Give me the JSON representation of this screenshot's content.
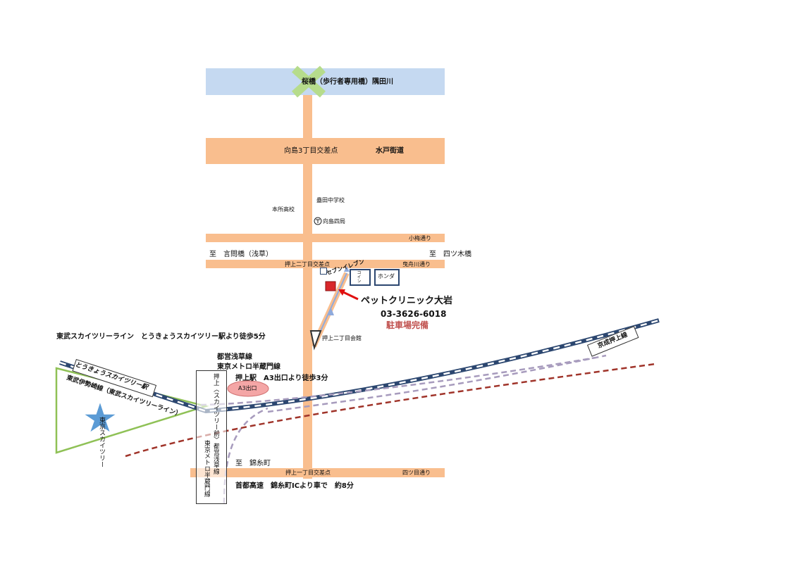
{
  "river": {
    "label": "桜橋（歩行者専用橋）隅田川"
  },
  "roads": {
    "mukojima": "向島3丁目交差点",
    "mito": "水戸街道",
    "koume": "小梅通り",
    "oshiage2": "押上二丁目交差点",
    "hikifune": "曳舟川通り",
    "oshiage1": "押上一丁目交差点",
    "yotsume": "四ツ目通り",
    "to_kototoi": "至　言問橋（浅草）",
    "to_yotsugi": "至　四ツ木橋",
    "to_kinshicho": "至　錦糸町"
  },
  "places": {
    "sumida_jhs": "蠱田中学校",
    "honjo_hs": "本所高校",
    "post_office": "向島四局",
    "seven_eleven": "セブンイレブン",
    "coin_parking": "コインパーキング",
    "honda": "ホンダ",
    "oshiage_hall": "押上二丁目会館",
    "a3_exit": "A3出口"
  },
  "clinic": {
    "name": "ペットクリニック大岩",
    "phone": "03-3626-6018",
    "parking": "駐車場完備"
  },
  "colors": {
    "road": "#f9be8e",
    "river": "#c5d9f1",
    "clinic": "#d8272a",
    "arrow": "#e01010",
    "rail": "#2c4770",
    "route": "#8faadc",
    "green": "#8fc156",
    "dashed_red": "#a0342a",
    "star": "#5b9bd5",
    "oval": "#f4a6a6"
  },
  "stations": {
    "tobu_note": "東武スカイツリーライン　とうきょうスカイツリー駅より徒歩5分",
    "toei_asakusa": "都営浅草線",
    "metro_hanzomon": "東京メトロ半蔵門線",
    "oshiage_note": "押上駅　A3出口より徒歩3分",
    "tokyo_skytree_station": "とうきょうスカイツリー駅",
    "tobu_isesaki": "東武伊勢崎線（東武スカイツリーライン）",
    "keisei": "京成押上線",
    "oshiage_box": "押上〈スカイツリー前〉都営浅草線",
    "metro_box": "東京メトロ半蔵門線",
    "skytree": "東京スカイツリー"
  },
  "highway": {
    "note": "首都高速　錦糸町ICより車で　約8分"
  }
}
